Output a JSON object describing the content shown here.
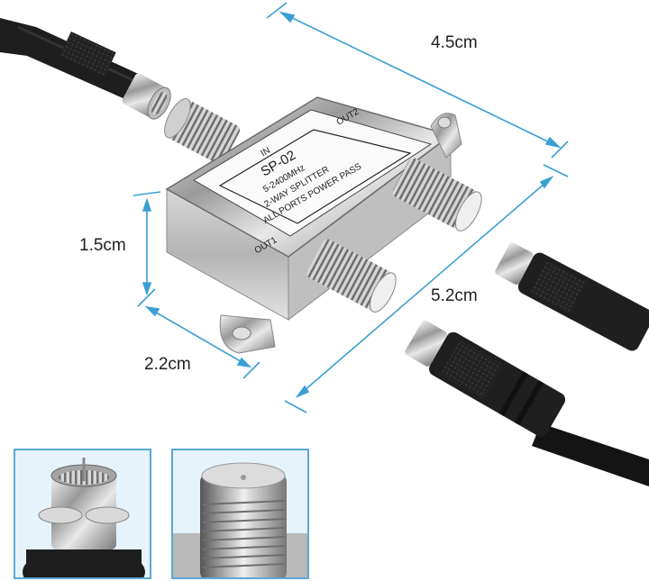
{
  "product": {
    "model": "SP-02",
    "frequency": "5-2400MHz",
    "type": "2-WAY SPLITTER",
    "feature": "ALL PORTS POWER PASS",
    "ports": {
      "input": "IN",
      "output1": "OUT1",
      "output2": "OUT2"
    }
  },
  "dimensions": {
    "length": "4.5cm",
    "diagonal": "5.2cm",
    "height": "1.5cm",
    "width": "2.2cm"
  },
  "colors": {
    "dimension_line": "#3a9fd3",
    "inset_border": "#5aa8d2",
    "inset_background": "#e7f3fb",
    "cable": "#1c1c1c",
    "metal": "#c9c9c9"
  },
  "insets": [
    {
      "name": "male-f-connector-closeup"
    },
    {
      "name": "female-f-port-closeup"
    }
  ]
}
